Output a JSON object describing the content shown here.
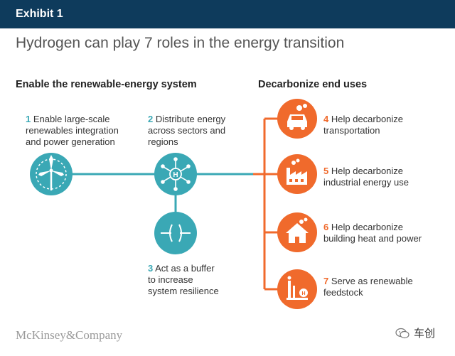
{
  "header": {
    "exhibit": "Exhibit 1"
  },
  "title": "Hydrogen can play 7 roles in the energy transition",
  "sections": {
    "left": "Enable the renewable-energy system",
    "right": "Decarbonize end uses"
  },
  "roles": [
    {
      "number": "1",
      "text_lines": [
        "Enable large-scale",
        "renewables integration",
        "and power generation"
      ],
      "icon": "wind-turbine-icon"
    },
    {
      "number": "2",
      "text_lines": [
        "Distribute energy",
        "across sectors and",
        "regions"
      ],
      "icon": "hydrogen-network-icon"
    },
    {
      "number": "3",
      "text_lines": [
        "Act as a buffer",
        "to increase",
        "system resilience"
      ],
      "icon": "buffer-icon"
    },
    {
      "number": "4",
      "text_lines": [
        "Help decarbonize",
        "transportation"
      ],
      "icon": "car-icon"
    },
    {
      "number": "5",
      "text_lines": [
        "Help decarbonize",
        "industrial energy use"
      ],
      "icon": "factory-icon"
    },
    {
      "number": "6",
      "text_lines": [
        "Help decarbonize",
        "building heat and power"
      ],
      "icon": "house-icon"
    },
    {
      "number": "7",
      "text_lines": [
        "Serve as renewable",
        "feedstock"
      ],
      "icon": "refinery-icon"
    }
  ],
  "footer": {
    "logo": "McKinsey&Company",
    "watermark": "车创"
  },
  "colors": {
    "teal": "#3aa8b5",
    "orange": "#f06a2c",
    "header_bg": "#0e3b5c"
  }
}
